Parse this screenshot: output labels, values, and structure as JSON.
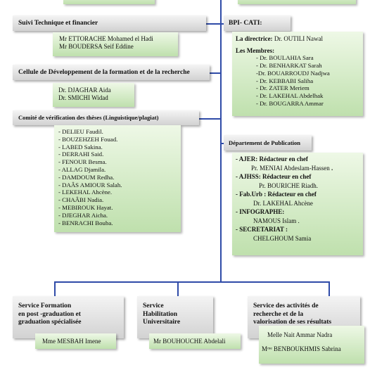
{
  "suivi": {
    "title": "Suivi Technique et financier",
    "members": [
      "Mr ETTORACHE Mohamed el Hadi",
      "Mr BOUDERSA Seif Eddine"
    ]
  },
  "cellule": {
    "title": "Cellule de Développement de la formation et de la recherche",
    "members": [
      "Dr. DJAGHAR Aida",
      "Dr. SMICHI Widad"
    ]
  },
  "comite": {
    "title": "Comité de vérification des thèses (Linguistique/plagiat)",
    "members": [
      "- DELIEU Faudil.",
      "- BOUZEHZEH Fouad.",
      "- LABED Sakina.",
      "- DERRAHI Said.",
      "- FENOUR Besma.",
      "- ALLAG Djamila.",
      "- DAMDOUM Redha.",
      "- DAÂS AMIOUR Salah.",
      "- LEKEHAL Ahcène.",
      "- CHAÂBI Nadia.",
      "- MEBIROUK Hayat.",
      "- DJEGHAR Aicha.",
      "- BENRACHI Bouba."
    ]
  },
  "bpi": {
    "title": "BPI- CATI:",
    "directrice_label": "La directrice:",
    "directrice_name": "Dr. OUTILI Nawal",
    "membres_label": "Les Membres:",
    "members": [
      "- Dr. BOULAHIA Sara",
      "- Dr. BENHARKAT Sarah",
      "-Dr. BOUARROUDJ Nadjwa",
      "- Dr. KEBBABI Saliha",
      "- Dr. ZATER Meriem",
      "- Dr. LAKEHAL Abdelhak",
      "- Dr. BOUGARRA Ammar"
    ]
  },
  "publication": {
    "title": "Département de Publication",
    "entries": [
      {
        "label": "- AJER: Rédacteur en chef",
        "name": "Pr. MENIAI Abdeslam-Hassen",
        "suffix": "."
      },
      {
        "label": "- AJHSS: Rédacteur en chef",
        "name": "Pr. BOURICHE  Riadh.",
        "suffix": ""
      },
      {
        "label": "- Fab.Urb : Rédacteur en chef",
        "name": "Dr. LAKEHAL Ahcène",
        "suffix": ""
      },
      {
        "label": "- INFOGRAPHE:",
        "name": "NAMOUS Islam .",
        "suffix": ""
      },
      {
        "label": "- SECRETARIAT :",
        "name": "CHELGHOUM Samia",
        "suffix": ""
      }
    ]
  },
  "bottom": [
    {
      "title_lines": [
        "Service Formation",
        "en post -graduation et",
        "graduation spécialisée"
      ],
      "members": [
        "Mme MESBAH Imene"
      ]
    },
    {
      "title_lines": [
        "Service",
        "Habilitation",
        "Universitaire"
      ],
      "members": [
        "Mr BOUHOUCHE Abdelali"
      ]
    },
    {
      "title_lines": [
        "Service  des activités de",
        "recherche et de la",
        "valorisation  de ses résultats"
      ],
      "members": [
        "Melle Nait Ammar Nadra",
        "Mᵐᵉ BENBOUKHMIS Sabrina"
      ]
    }
  ]
}
